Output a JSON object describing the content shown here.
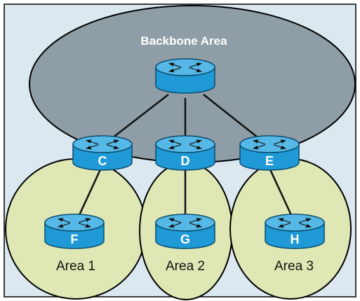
{
  "diagram": {
    "backbone_label": "Backbone Area",
    "colors": {
      "background": "#dbe8f0",
      "backbone_fill": "#8f9ea6",
      "area_fill": "#dfe8b4",
      "router_fill": "#1f9ad6",
      "router_top": "#56b8e6",
      "link": "#111111"
    },
    "routers": [
      {
        "id": "core",
        "letter": ""
      },
      {
        "id": "C",
        "letter": "C"
      },
      {
        "id": "D",
        "letter": "D"
      },
      {
        "id": "E",
        "letter": "E"
      },
      {
        "id": "F",
        "letter": "F"
      },
      {
        "id": "G",
        "letter": "G"
      },
      {
        "id": "H",
        "letter": "H"
      }
    ],
    "areas": [
      {
        "id": "area1",
        "label": "Area 1"
      },
      {
        "id": "area2",
        "label": "Area 2"
      },
      {
        "id": "area3",
        "label": "Area 3"
      }
    ],
    "links": [
      [
        "core",
        "C"
      ],
      [
        "core",
        "D"
      ],
      [
        "core",
        "E"
      ],
      [
        "C",
        "F"
      ],
      [
        "D",
        "G"
      ],
      [
        "E",
        "H"
      ]
    ]
  }
}
